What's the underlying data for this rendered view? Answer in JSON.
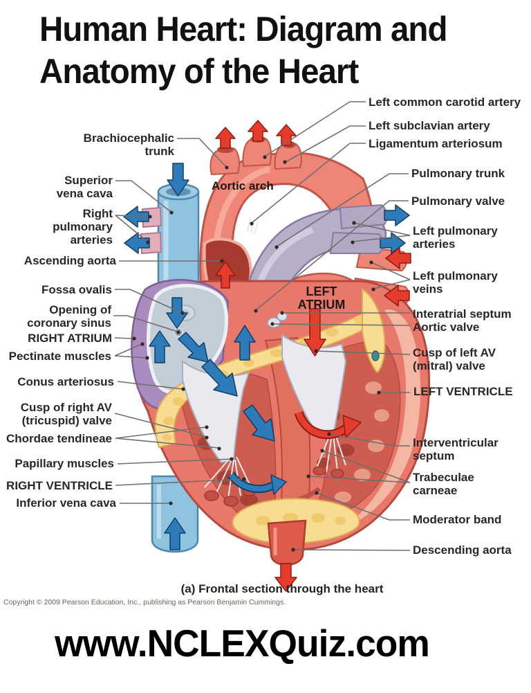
{
  "title": "Human Heart: Diagram and Anatomy of the Heart",
  "diagram": {
    "inline_labels": {
      "aortic_arch": "Aortic arch",
      "left_atrium": "LEFT ATRIUM"
    },
    "left_labels": [
      {
        "text": "Brachiocephalic trunk"
      },
      {
        "text": "Superior vena cava"
      },
      {
        "text": "Right pulmonary arteries"
      },
      {
        "text": "Ascending aorta"
      },
      {
        "text": "Fossa ovalis"
      },
      {
        "text": "Opening of coronary sinus"
      },
      {
        "text": "RIGHT ATRIUM"
      },
      {
        "text": "Pectinate muscles"
      },
      {
        "text": "Conus arteriosus"
      },
      {
        "text": "Cusp of right AV (tricuspid) valve"
      },
      {
        "text": "Chordae tendineae"
      },
      {
        "text": "Papillary muscles"
      },
      {
        "text": "RIGHT VENTRICLE"
      },
      {
        "text": "Inferior vena cava"
      }
    ],
    "right_labels": [
      {
        "text": "Left common carotid artery"
      },
      {
        "text": "Left subclavian artery"
      },
      {
        "text": "Ligamentum arteriosum"
      },
      {
        "text": "Pulmonary trunk"
      },
      {
        "text": "Pulmonary valve"
      },
      {
        "text": "Left pulmonary arteries"
      },
      {
        "text": "Left pulmonary veins"
      },
      {
        "text": "Interatrial septum"
      },
      {
        "text": "Aortic valve"
      },
      {
        "text": "Cusp of left AV (mitral) valve"
      },
      {
        "text": "LEFT VENTRICLE"
      },
      {
        "text": "Interventricular septum"
      },
      {
        "text": "Trabeculae carneae"
      },
      {
        "text": "Moderator band"
      },
      {
        "text": "Descending aorta"
      }
    ],
    "caption": "(a) Frontal section through the heart",
    "copyright": "Copyright © 2009 Pearson Education, Inc., publishing as Pearson Benjamin Cummings."
  },
  "footer": {
    "website": "www.NCLEXQuiz.com"
  },
  "colors": {
    "artery_salmon": "#ee8577",
    "vein_blue": "#8fc3e0",
    "pulmonary_lavender": "#b9aec8",
    "atrium_purple": "#a98bc0",
    "fat_yellow": "#f7dc92",
    "flow_red": "#e63c2b",
    "flow_blue": "#2e7bb9",
    "valve_white": "#e9e9ef",
    "label_text": "#2b2626"
  }
}
